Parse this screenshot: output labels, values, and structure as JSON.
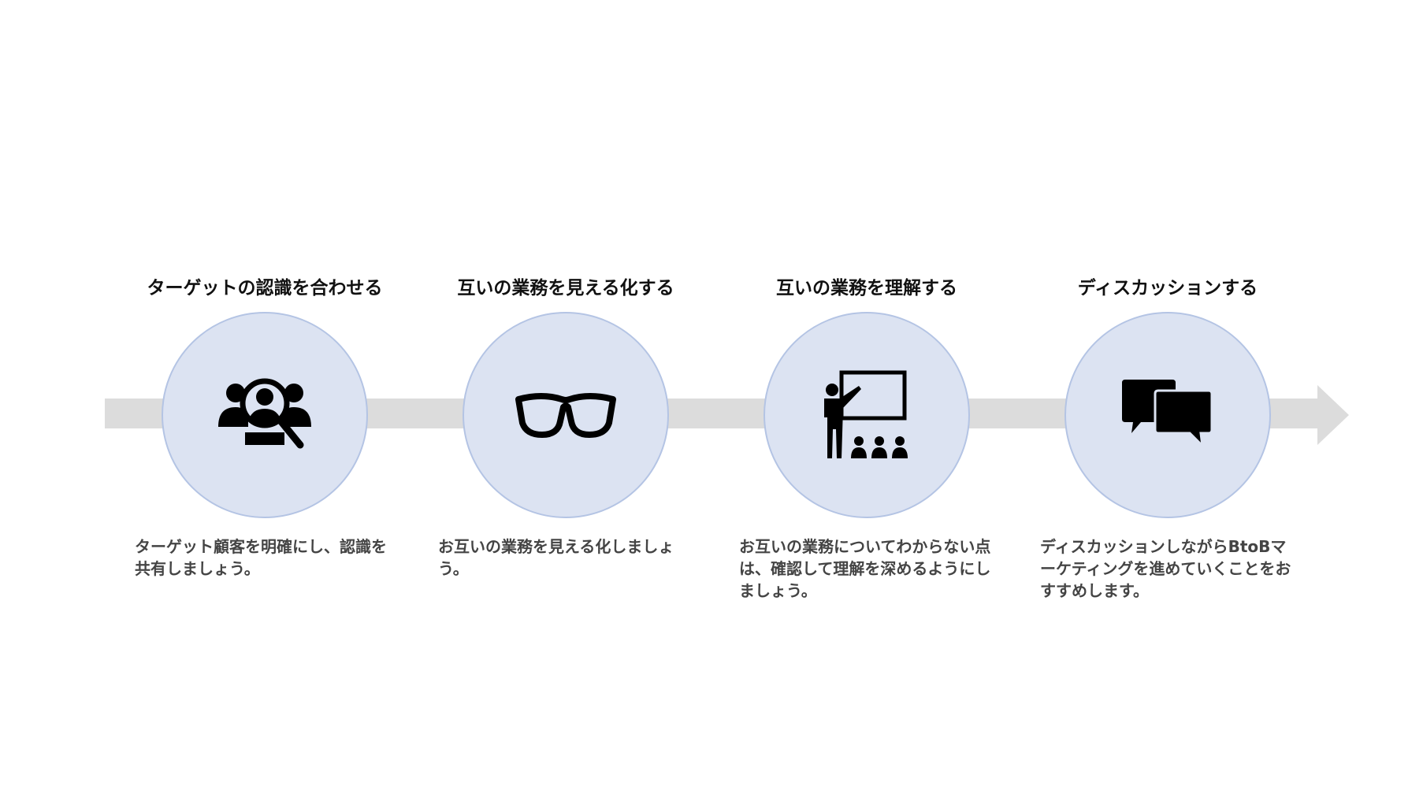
{
  "steps": [
    {
      "title": "ターゲットの認識を合わせる",
      "icon": "user-search-icon",
      "description": "ターゲット顧客を明確にし、認識を共有しましょう。"
    },
    {
      "title": "互いの業務を見える化する",
      "icon": "glasses-icon",
      "description": "お互いの業務を見える化しましょう。"
    },
    {
      "title": "互いの業務を理解する",
      "icon": "presentation-icon",
      "description": "お互いの業務についてわからない点は、確認して理解を深めるようにしましょう。"
    },
    {
      "title": "ディスカッションする",
      "icon": "chat-bubbles-icon",
      "description": "ディスカッションしながらBtoBマーケティングを進めていくことをおすすめします。"
    }
  ],
  "colors": {
    "circle": "#dce3f2",
    "arrow": "#dcdcdc"
  }
}
